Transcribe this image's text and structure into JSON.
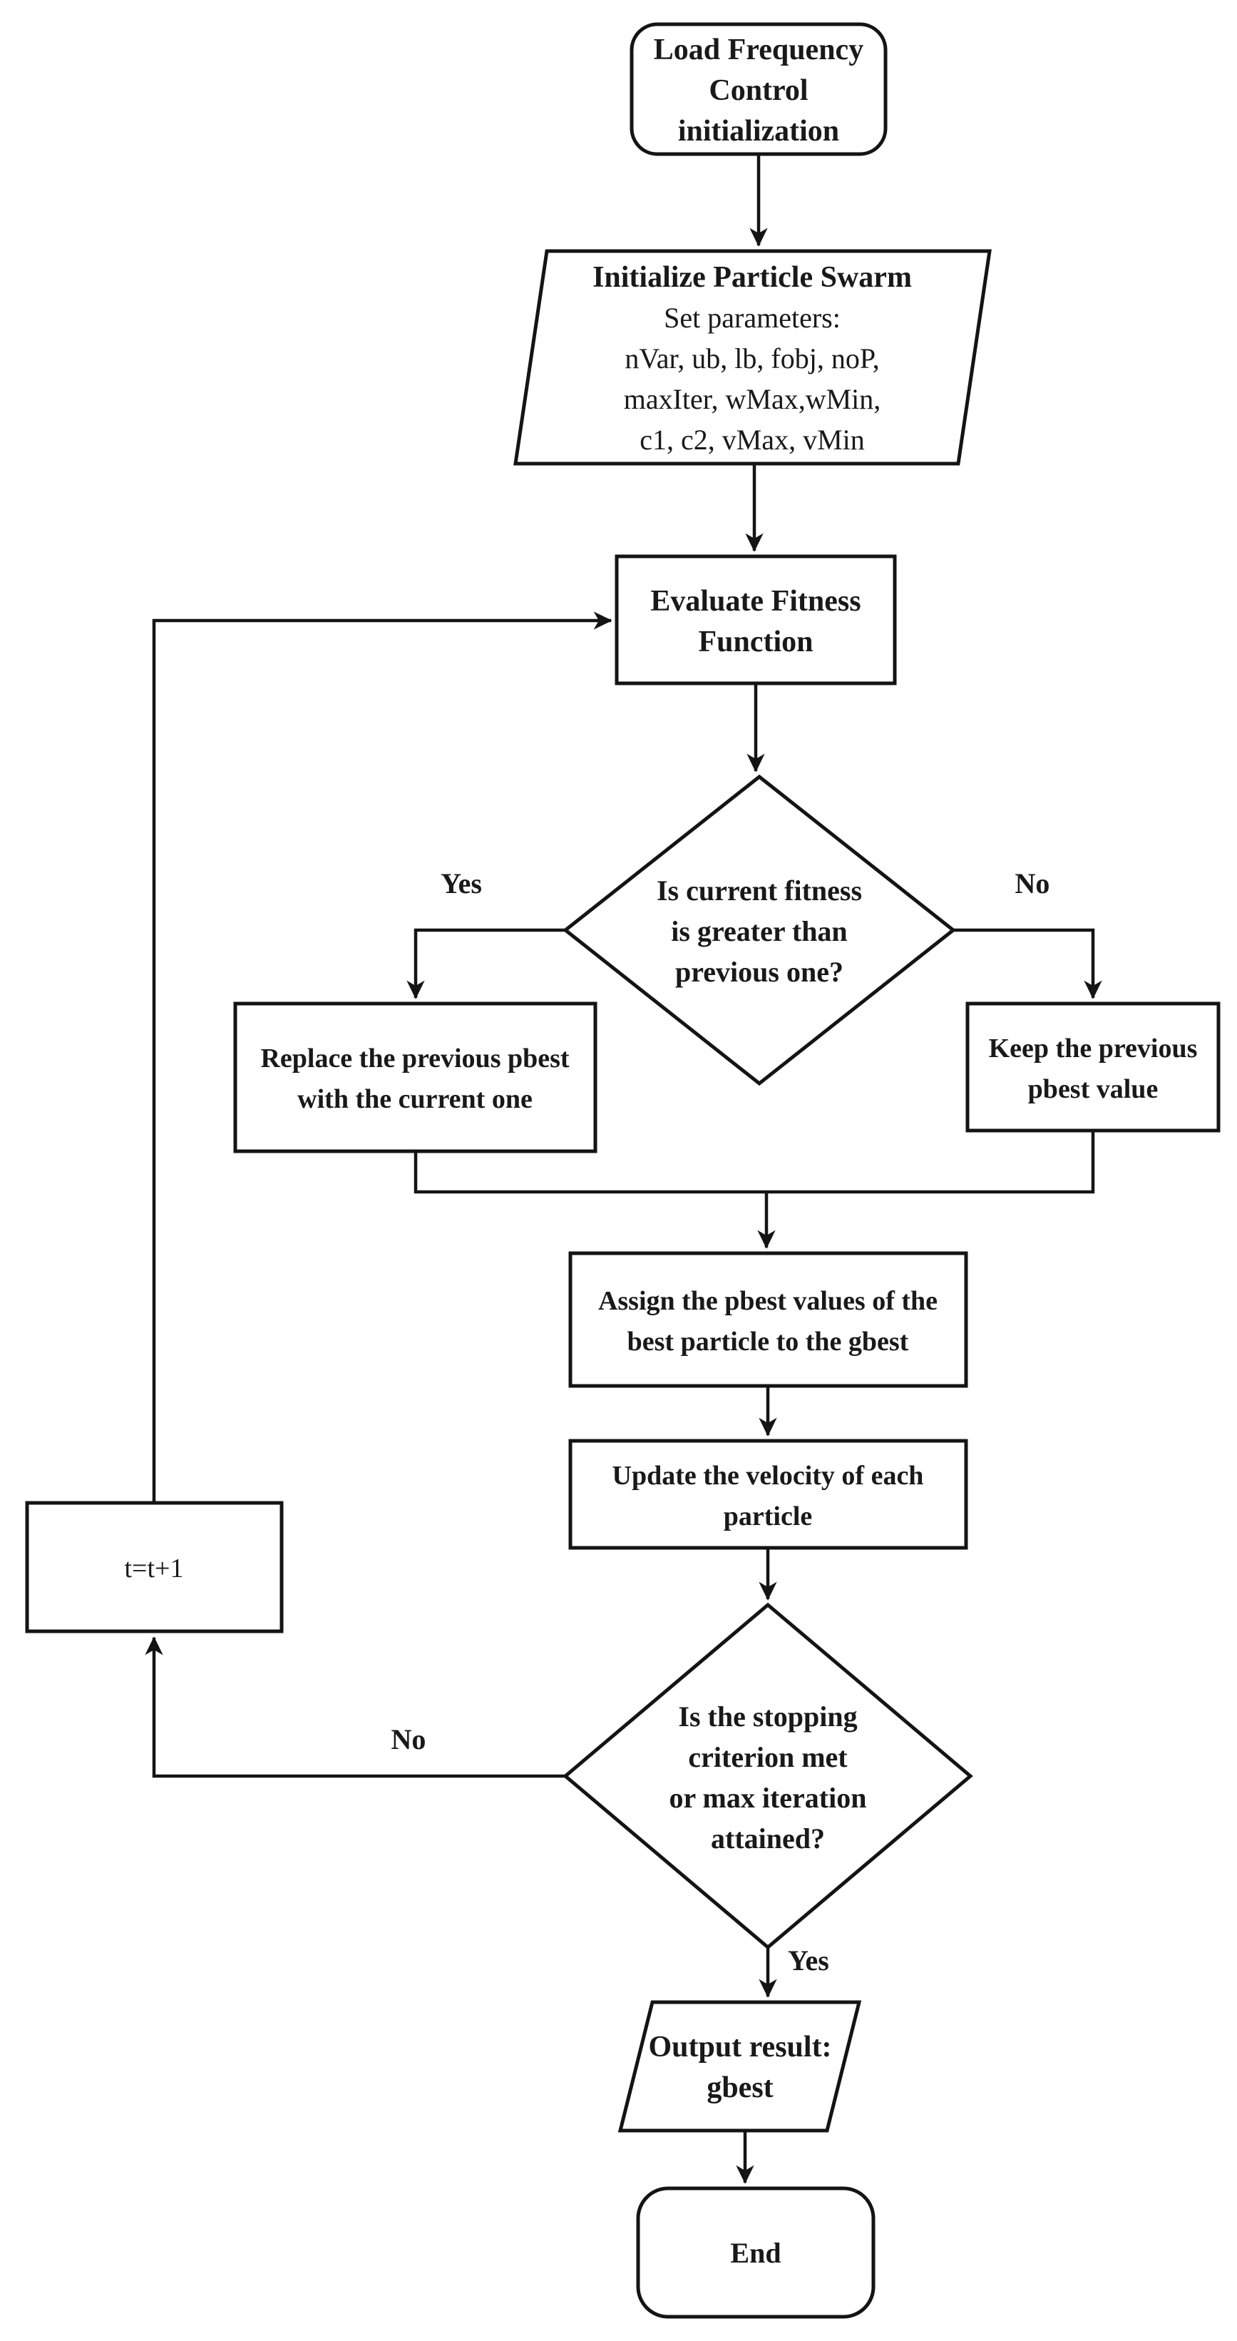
{
  "flowchart": {
    "colors": {
      "stroke": "#141414",
      "text": "#191919",
      "background": "#ffffff"
    },
    "nodes": {
      "start": {
        "shape": "rounded-rectangle",
        "lines": [
          "Load Frequency",
          "Control",
          "initialization"
        ]
      },
      "init_swarm": {
        "shape": "parallelogram",
        "title": "Initialize Particle Swarm",
        "lines": [
          "Set parameters:",
          "nVar, ub, lb, fobj,  noP,",
          "maxIter, wMax,wMin,",
          "c1, c2, vMax,  vMin"
        ]
      },
      "evaluate": {
        "shape": "rectangle",
        "lines": [
          "Evaluate Fitness",
          "Function"
        ]
      },
      "fitness_decision": {
        "shape": "diamond",
        "lines": [
          "Is current fitness",
          "is greater than",
          "previous one?"
        ]
      },
      "replace_pbest": {
        "shape": "rectangle",
        "lines": [
          "Replace the previous pbest",
          "with the current one"
        ]
      },
      "keep_pbest": {
        "shape": "rectangle",
        "lines": [
          "Keep the previous",
          "pbest value"
        ]
      },
      "assign_gbest": {
        "shape": "rectangle",
        "lines": [
          "Assign the pbest values of the",
          "best particle to the gbest"
        ]
      },
      "update_velocity": {
        "shape": "rectangle",
        "lines": [
          "Update the velocity of each",
          "particle"
        ]
      },
      "stop_decision": {
        "shape": "diamond",
        "lines": [
          "Is the stopping",
          "criterion met",
          "or max iteration",
          "attained?"
        ]
      },
      "increment": {
        "shape": "rectangle",
        "lines": [
          "t=t+1"
        ]
      },
      "output": {
        "shape": "parallelogram",
        "lines": [
          "Output result:",
          "gbest"
        ]
      },
      "end": {
        "shape": "rounded-rectangle",
        "lines": [
          "End"
        ]
      }
    },
    "edge_labels": {
      "fitness_yes": "Yes",
      "fitness_no": "No",
      "stop_no": "No",
      "stop_yes": "Yes"
    }
  }
}
